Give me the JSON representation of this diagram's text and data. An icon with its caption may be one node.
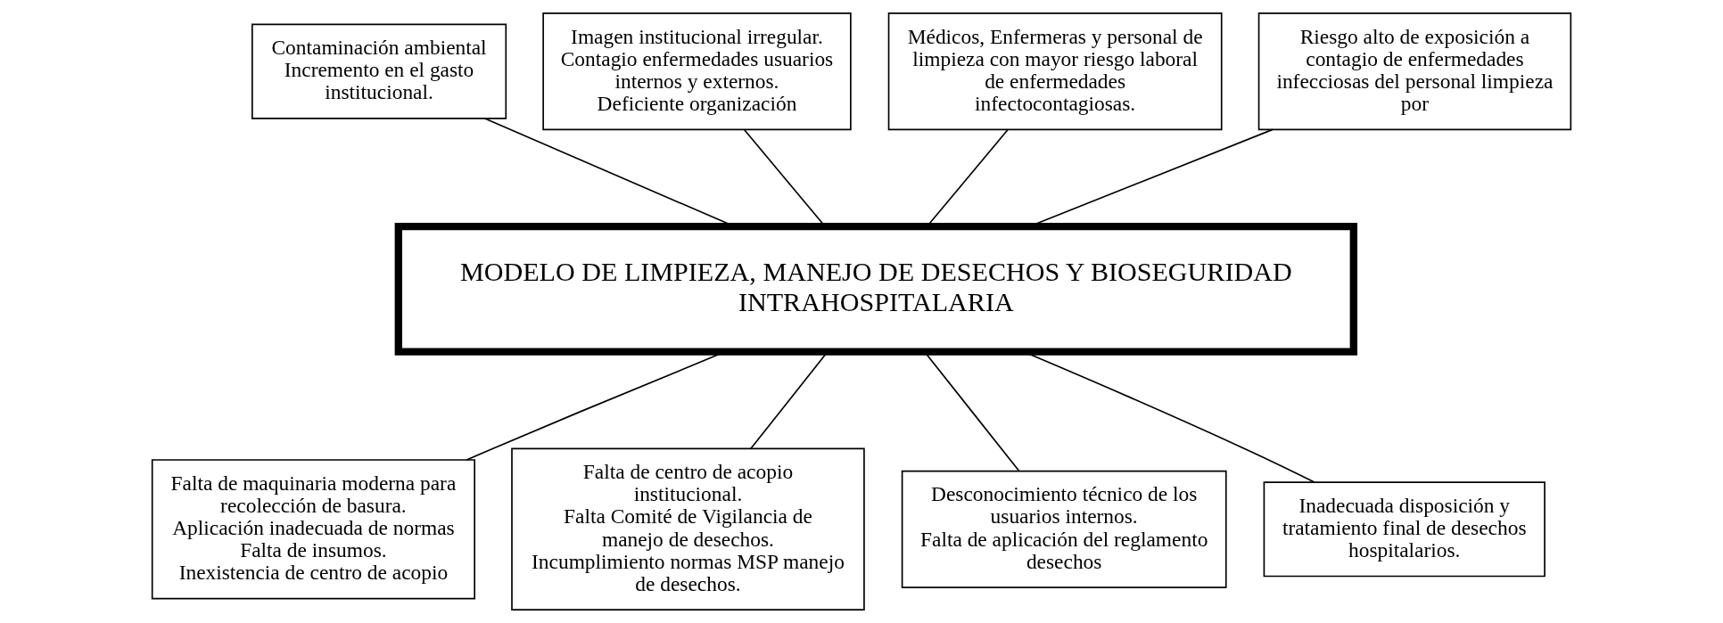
{
  "diagram": {
    "nodes": [
      {
        "text": [
          "Contaminación ambiental",
          "Incremento en el gasto institucional."
        ]
      },
      {
        "text": [
          "Imagen institucional irregular.",
          "Contagio enfermedades usuarios internos y externos.",
          "Deficiente organización"
        ]
      },
      {
        "text": [
          "Médicos, Enfermeras y personal de limpieza con mayor riesgo laboral de enfermedades infectocontagiosas."
        ]
      },
      {
        "text": [
          "Riesgo alto de exposición a contagio de enfermedades infecciosas del personal limpieza por"
        ]
      },
      {
        "text": [
          "MODELO DE LIMPIEZA, MANEJO DE DESECHOS Y BIOSEGURIDAD INTRAHOSPITALARIA"
        ]
      },
      {
        "text": [
          "Falta de maquinaria moderna para recolección de basura.",
          "Aplicación inadecuada de normas",
          "Falta de insumos.",
          "Inexistencia de centro de acopio"
        ]
      },
      {
        "text": [
          "Falta de centro de acopio institucional.",
          "Falta Comité de Vigilancia de manejo de desechos.",
          "Incumplimiento normas MSP manejo de desechos."
        ]
      },
      {
        "text": [
          "Desconocimiento técnico de los usuarios internos.",
          "Falta de aplicación del reglamento desechos"
        ]
      },
      {
        "text": [
          "Inadecuada disposición y tratamiento final de desechos hospitalarios."
        ]
      }
    ],
    "edges": [
      {
        "from": 0,
        "to": 4,
        "arrow": "none"
      },
      {
        "from": 1,
        "to": 4,
        "arrow": "none"
      },
      {
        "from": 2,
        "to": 4,
        "arrow": "none"
      },
      {
        "from": 3,
        "to": 4,
        "arrow": "none"
      },
      {
        "from": 4,
        "to": 5,
        "arrow": "none"
      },
      {
        "from": 4,
        "to": 6,
        "arrow": "none"
      },
      {
        "from": 4,
        "to": 7,
        "arrow": "none"
      },
      {
        "from": 4,
        "to": 8,
        "arrow": "none"
      }
    ]
  }
}
